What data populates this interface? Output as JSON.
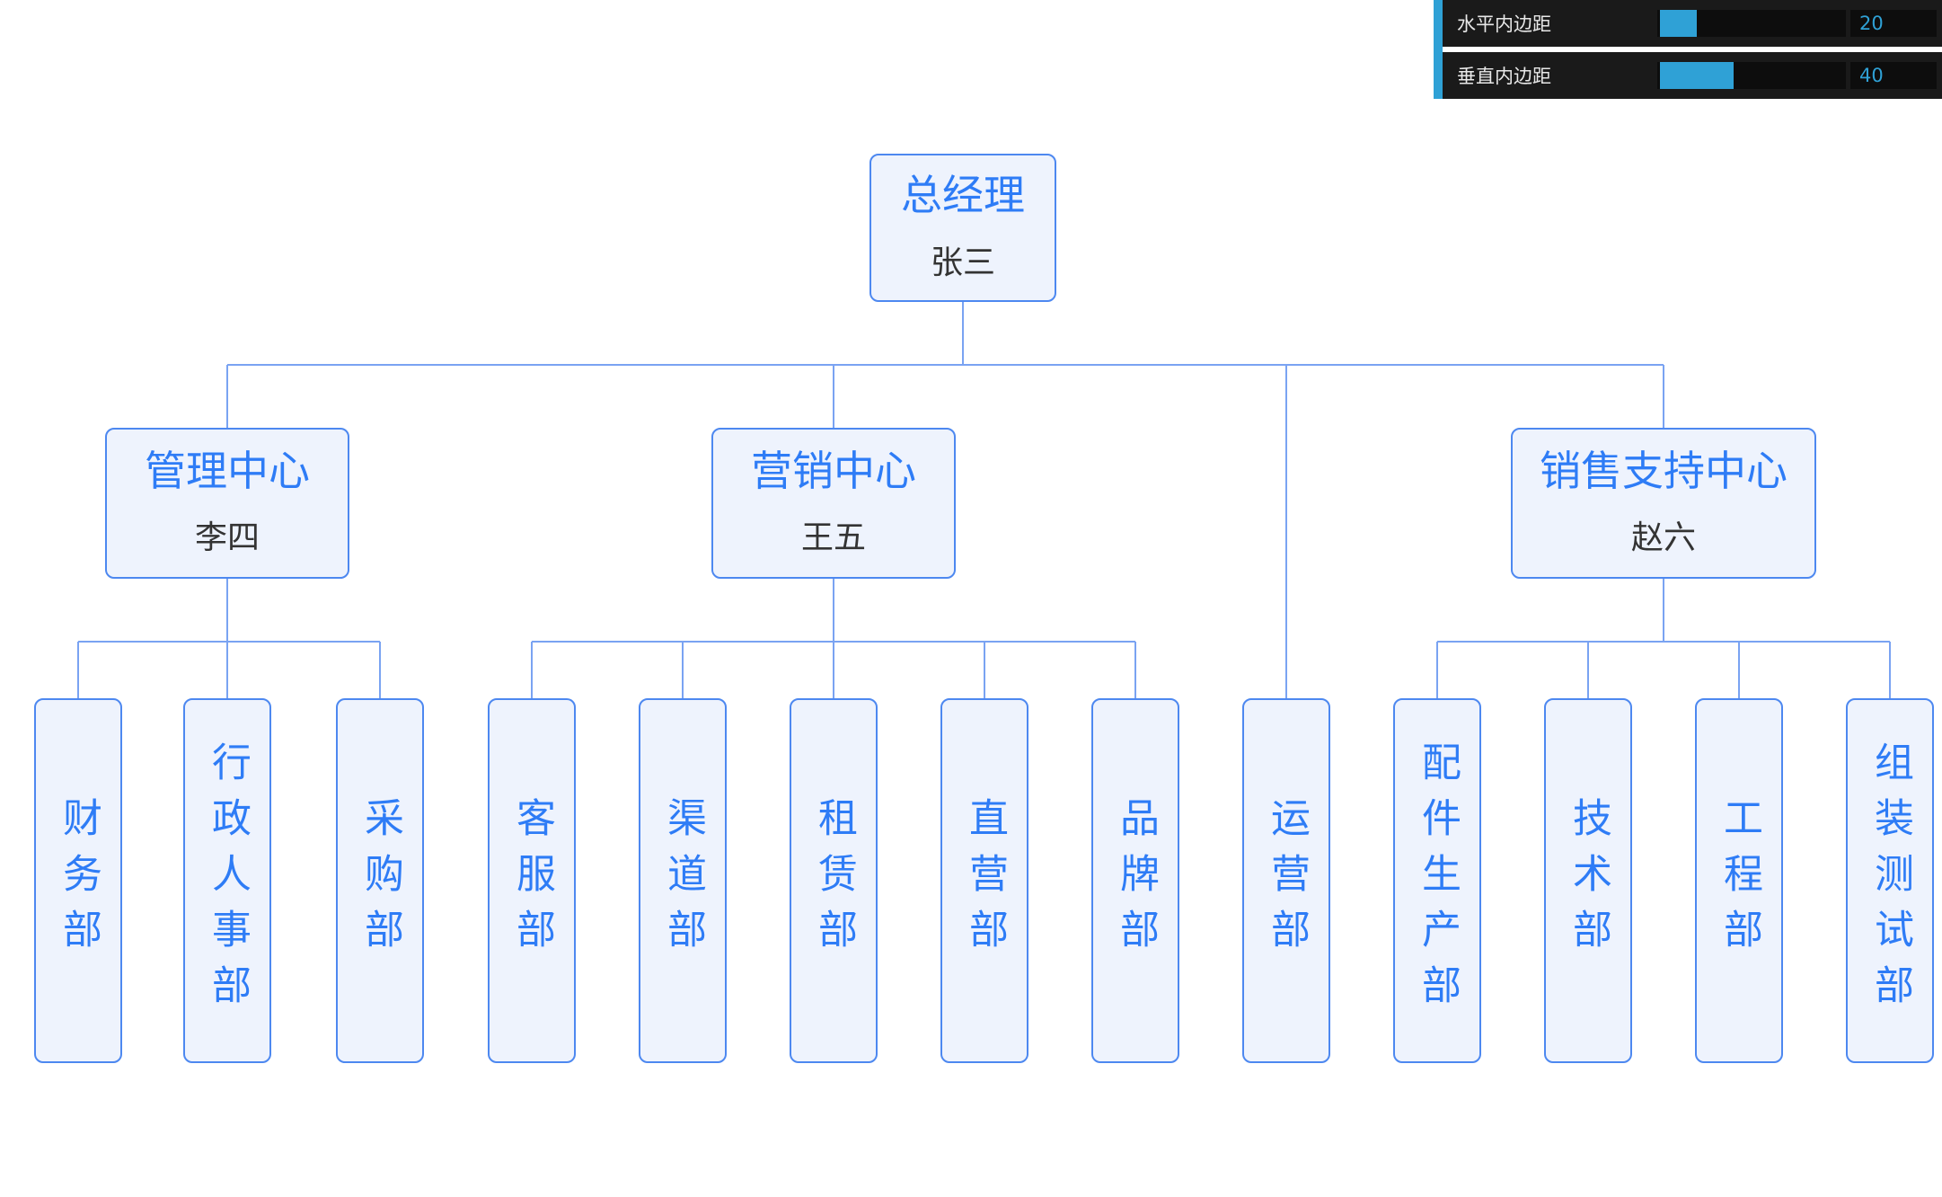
{
  "panel": {
    "rows": [
      {
        "label": "水平内边距",
        "value": "20",
        "fill_percent": 20
      },
      {
        "label": "垂直内边距",
        "value": "40",
        "fill_percent": 40
      }
    ],
    "accent_color": "#2FA1D6"
  },
  "orgchart": {
    "root": {
      "title": "总经理",
      "name": "张三"
    },
    "centers": [
      {
        "title": "管理中心",
        "name": "李四"
      },
      {
        "title": "营销中心",
        "name": "王五"
      },
      {
        "title": "销售支持中心",
        "name": "赵六"
      }
    ],
    "departments": [
      {
        "label": "财务部"
      },
      {
        "label": "行政人事部"
      },
      {
        "label": "采购部"
      },
      {
        "label": "客服部"
      },
      {
        "label": "渠道部"
      },
      {
        "label": "租赁部"
      },
      {
        "label": "直营部"
      },
      {
        "label": "品牌部"
      },
      {
        "label": "运营部"
      },
      {
        "label": "配件生产部"
      },
      {
        "label": "技术部"
      },
      {
        "label": "工程部"
      },
      {
        "label": "组装测试部"
      }
    ],
    "colors": {
      "box_border": "#4d88f0",
      "box_background": "#eef3fd",
      "title_text": "#2e7cf6",
      "name_text": "#333333",
      "connector_line": "#7aa3f2"
    }
  }
}
